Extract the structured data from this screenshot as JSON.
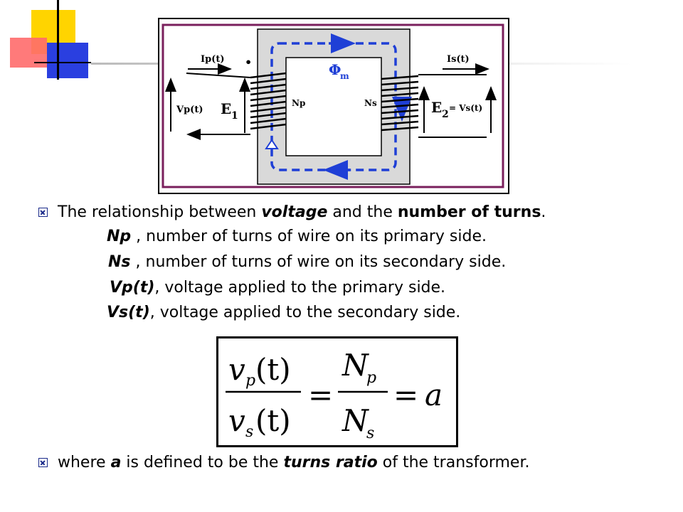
{
  "diagram": {
    "labels": {
      "ip": "Ip(t)",
      "vp": "Vp(t)",
      "e1_main": "E",
      "e1_sub": "1",
      "np": "Np",
      "phi_main": "Φ",
      "phi_sub": "m",
      "ns": "Ns",
      "is": "Is(t)",
      "e2_main": "E",
      "e2_sub": "2",
      "e2_eq": "= Vs(t)",
      "dot": "•"
    },
    "colors": {
      "frame": "#7a1f5c",
      "core": "#d9d9d9",
      "flux": "#1f3fd6"
    }
  },
  "text": {
    "bullet1": {
      "pre": "The relationship between ",
      "em1": "voltage",
      "mid": " and the ",
      "b1": "number of turns",
      "post": "."
    },
    "defs": [
      {
        "sym": "Np",
        "desc": " , number of turns of wire on its primary side."
      },
      {
        "sym": "Ns",
        "desc": " , number of turns of wire on its secondary side."
      },
      {
        "sym": "Vp(t)",
        "desc": ", voltage applied to the primary side."
      },
      {
        "sym": "Vs(t)",
        "desc": ", voltage applied to the secondary side."
      }
    ],
    "bullet2": {
      "pre": "where ",
      "em1": "a",
      "mid": " is defined to be the ",
      "em2": "turns ratio",
      "post": " of the transformer."
    }
  },
  "formula": {
    "v": "v",
    "p": "p",
    "s": "s",
    "t": "(t)",
    "N": "N",
    "eq": "=",
    "a": "a"
  },
  "icons": {
    "bullet": "boxed-x-icon"
  }
}
